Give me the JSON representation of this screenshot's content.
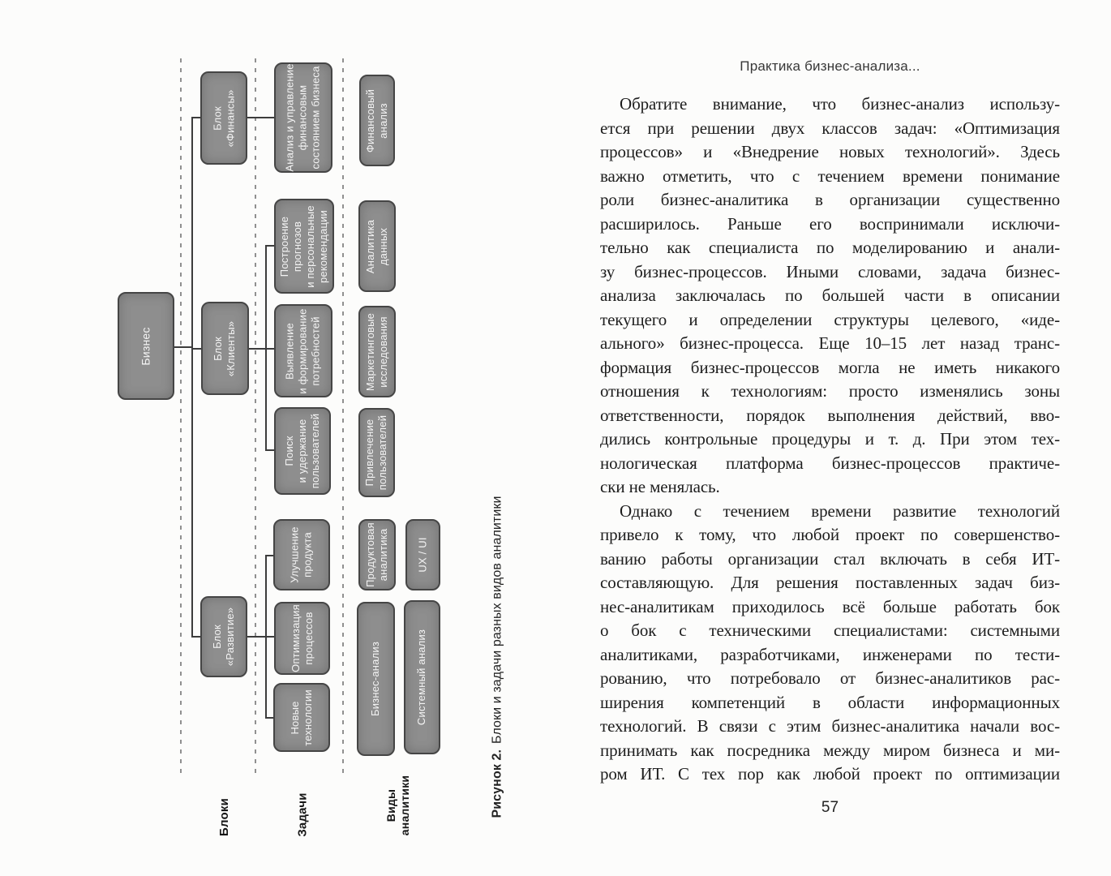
{
  "figure": {
    "nodes": {
      "business": "Бизнес",
      "block_finance": "Блок\n«Финансы»",
      "block_clients": "Блок\n«Клиенты»",
      "block_development": "Блок\n«Развитие»",
      "task_finance_mgmt": "Анализ и управление\nфинансовым\nсостоянием бизнеса",
      "task_forecasts": "Построение\nпрогнозов\nи персональные\nрекомендации",
      "task_needs": "Выявление\nи формирование\nпотребностей",
      "task_retention": "Поиск\nи удержание\nпользователей",
      "task_product_improve": "Улучшение\nпродукта",
      "task_process_opt": "Оптимизация\nпроцессов",
      "task_new_tech": "Новые\nтехнологии",
      "an_financial": "Финансовый\nанализ",
      "an_data": "Аналитика\nданных",
      "an_marketing": "Маркетинговые\nисследования",
      "an_acquisition": "Привлечение\nпользователей",
      "an_product": "Продуктовая\nаналитика",
      "an_uxui": "UX / UI",
      "an_business": "Бизнес-анализ",
      "an_system": "Системный анализ"
    },
    "column_labels": {
      "blocks": "Блоки",
      "tasks": "Задачи",
      "analytics": "Виды\nаналитики"
    },
    "caption": {
      "label": "Рисунок 2.",
      "title": "Блоки и задачи разных видов аналитики"
    }
  },
  "page_right": {
    "running_head": "Практика бизнес-анализа...",
    "page_number": "57",
    "paragraphs": [
      {
        "lines": [
          "Обратите внимание, что бизнес-анализ использу-",
          "ется при решении двух классов задач: «Оптимизация",
          "процессов» и «Внедрение новых технологий». Здесь",
          "важно отметить, что с течением времени понимание",
          "роли бизнес-аналитика в организации существенно",
          "расширилось. Раньше его воспринимали исключи-",
          "тельно как специалиста по моделированию и анали-",
          "зу бизнес-процессов. Иными словами, задача бизнес-",
          "анализа заключалась по большей части в описании",
          "текущего и определении структуры целевого, «иде-",
          "ального» бизнес-процесса. Еще 10–15 лет назад транс-",
          "формация бизнес-процессов могла не иметь никакого",
          "отношения к технологиям: просто изменялись зоны",
          "ответственности, порядок выполнения действий, вво-",
          "дились контрольные процедуры и т. д. При этом тех-",
          "нологическая платформа бизнес-процессов практиче-",
          "ски не менялась."
        ]
      },
      {
        "lines": [
          "Однако с течением времени развитие технологий",
          "привело к тому, что любой проект по совершенство-",
          "ванию работы организации стал включать в себя ИТ-",
          "составляющую. Для решения поставленных задач биз-",
          "нес-аналитикам приходилось всё больше работать бок",
          "о бок с техническими специалистами: системными",
          "аналитиками, разработчиками, инженерами по тести-",
          "рованию, что потребовало от бизнес-аналитиков рас-",
          "ширения компетенций в области информационных",
          "технологий. В связи с этим бизнес-аналитика начали вос-",
          "принимать как посредника между миром бизнеса и ми-",
          "ром ИТ. С тех пор как любой проект по оптимизации"
        ]
      }
    ]
  },
  "colors": {
    "node_fill": "#8e8e8e",
    "node_border": "#454545",
    "connector": "#3c3c3c",
    "text": "#1d1d1d"
  }
}
